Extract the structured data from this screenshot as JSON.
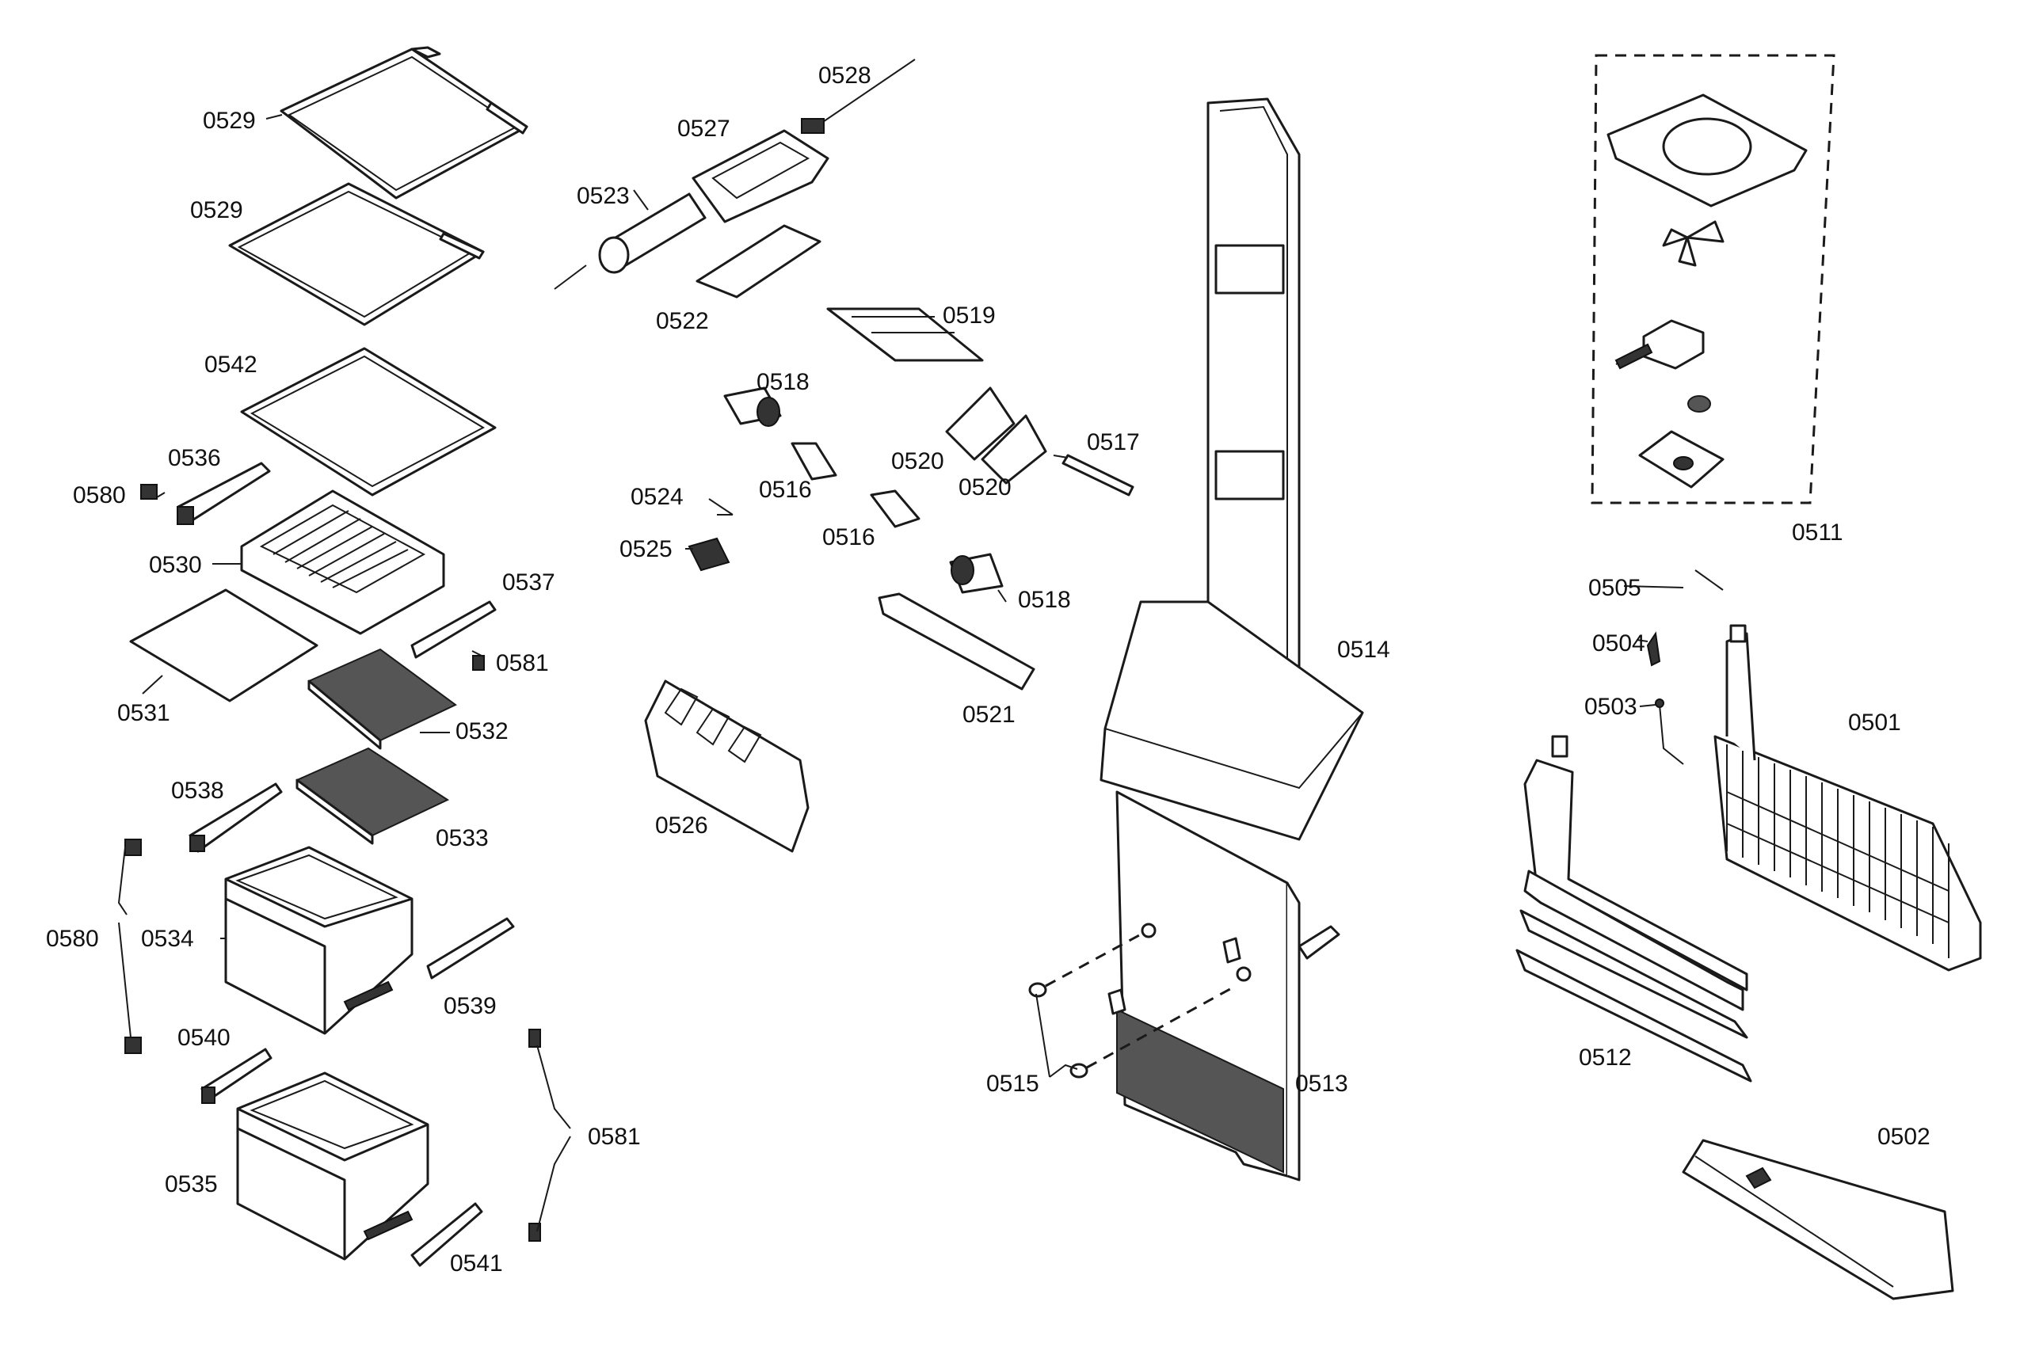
{
  "labels": {
    "p0501": "0501",
    "p0502": "0502",
    "p0503": "0503",
    "p0504": "0504",
    "p0505": "0505",
    "p0511": "0511",
    "p0512": "0512",
    "p0513": "0513",
    "p0514": "0514",
    "p0515": "0515",
    "p0516a": "0516",
    "p0516b": "0516",
    "p0517": "0517",
    "p0518a": "0518",
    "p0518b": "0518",
    "p0519": "0519",
    "p0520a": "0520",
    "p0520b": "0520",
    "p0521": "0521",
    "p0522": "0522",
    "p0523": "0523",
    "p0524": "0524",
    "p0525": "0525",
    "p0526": "0526",
    "p0527": "0527",
    "p0528": "0528",
    "p0529a": "0529",
    "p0529b": "0529",
    "p0530": "0530",
    "p0531": "0531",
    "p0532": "0532",
    "p0533": "0533",
    "p0534": "0534",
    "p0535": "0535",
    "p0536": "0536",
    "p0537": "0537",
    "p0538": "0538",
    "p0539": "0539",
    "p0540": "0540",
    "p0541": "0541",
    "p0542": "0542",
    "p0580a": "0580",
    "p0580b": "0580",
    "p0581a": "0581",
    "p0581b": "0581"
  }
}
